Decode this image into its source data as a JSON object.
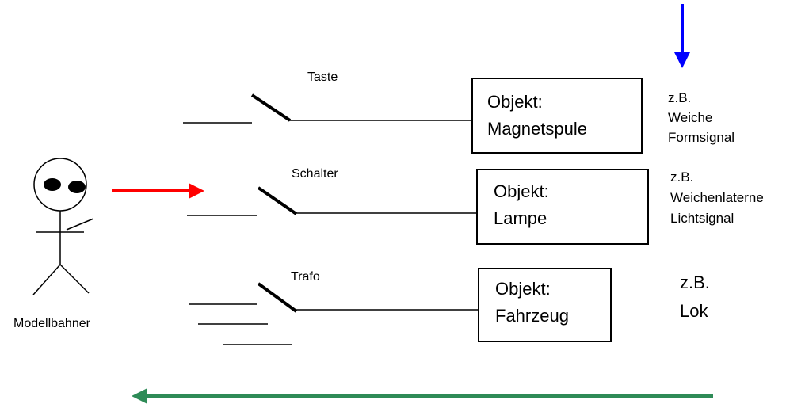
{
  "colors": {
    "input_arrow": "#0000ff",
    "action_arrow": "#ff0000",
    "feedback_arrow": "#2e8b57",
    "line": "#000000"
  },
  "actor": {
    "label": "Modellbahner"
  },
  "rows": [
    {
      "switch_label": "Taste",
      "object_line1": "Objekt:",
      "object_line2": "Magnetspule",
      "examples": [
        "z.B.",
        "Weiche",
        "Formsignal"
      ]
    },
    {
      "switch_label": "Schalter",
      "object_line1": "Objekt:",
      "object_line2": "Lampe",
      "examples": [
        "z.B.",
        "Weichenlaterne",
        "Lichtsignal"
      ]
    },
    {
      "switch_label": "Trafo",
      "object_line1": "Objekt:",
      "object_line2": "Fahrzeug",
      "examples": [
        "z.B.",
        "Lok"
      ]
    }
  ]
}
